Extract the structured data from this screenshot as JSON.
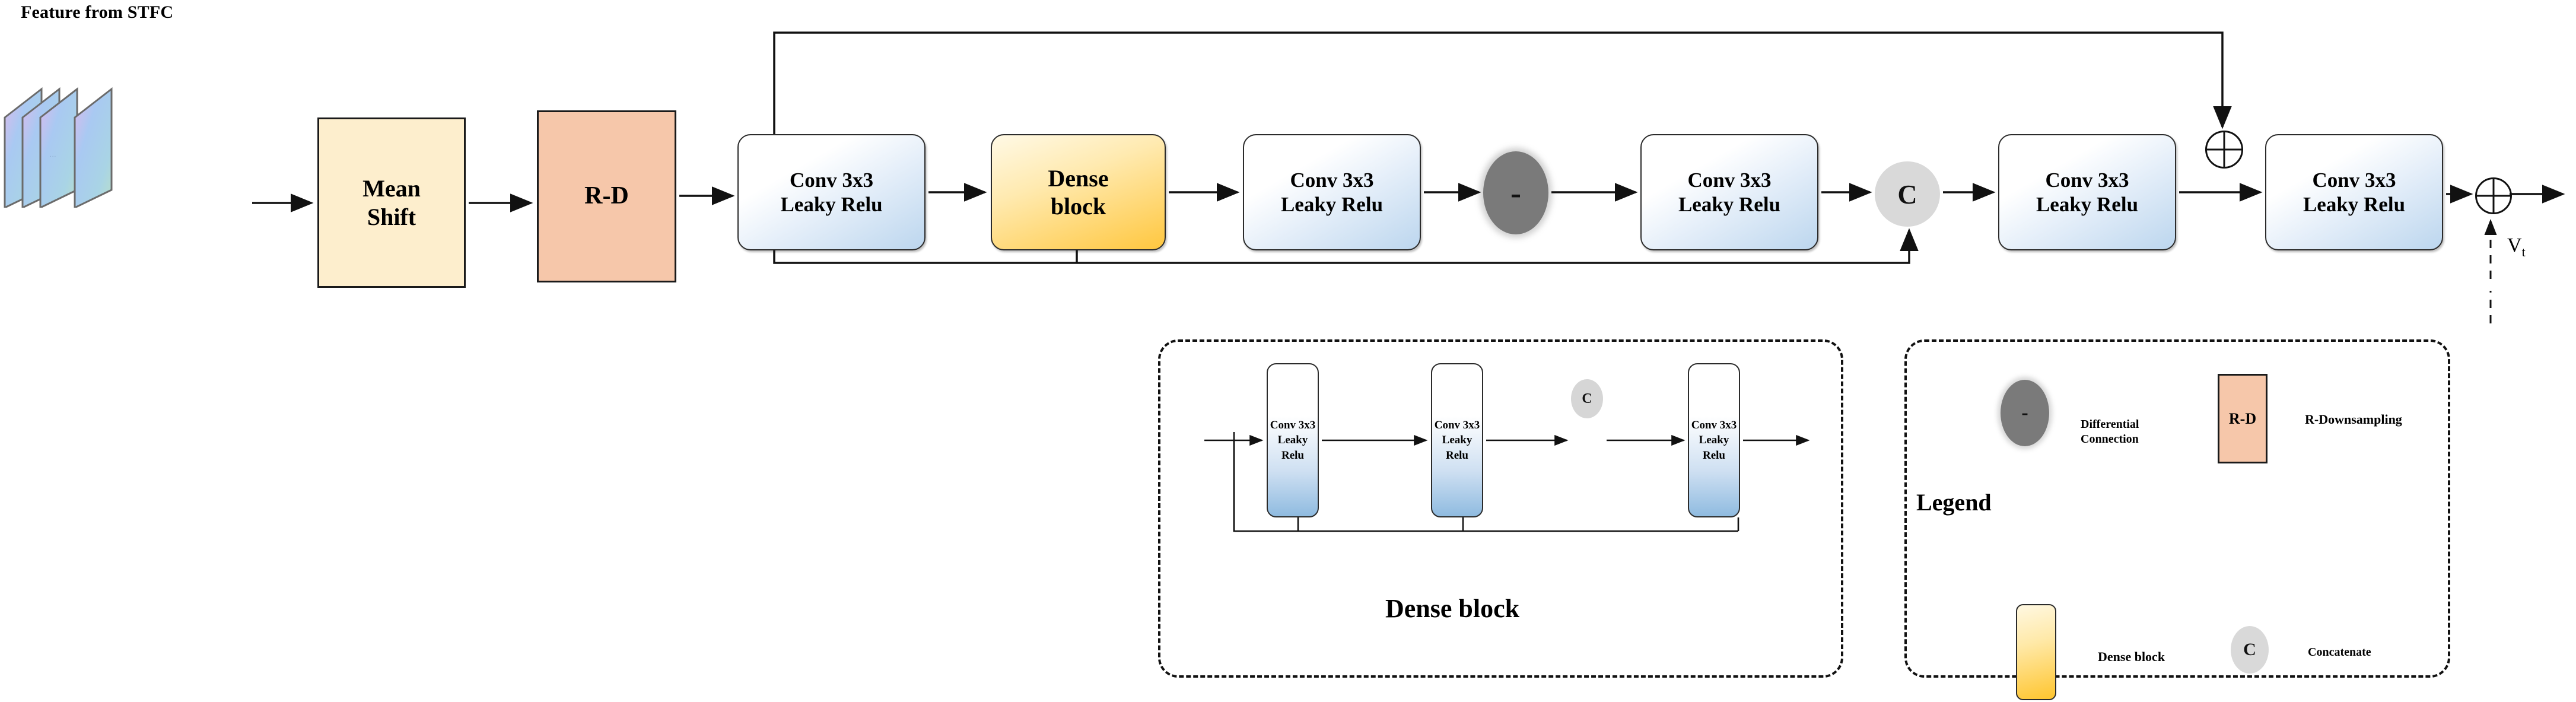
{
  "diagram": {
    "title": "Feature from STFC",
    "output_label": "V",
    "output_sub": "t"
  },
  "input_stack": {
    "name": "feature-maps",
    "plane_count": 4,
    "ellipsis": "..."
  },
  "pipeline": [
    {
      "id": "mean-shift",
      "label_1": "Mean",
      "label_2": "Shift",
      "kind": "flat-yellow"
    },
    {
      "id": "r-d",
      "label_1": "R-D",
      "label_2": "",
      "kind": "flat-orange"
    },
    {
      "id": "conv-1",
      "label_1": "Conv 3x3",
      "label_2": "Leaky Relu",
      "kind": "conv"
    },
    {
      "id": "dense-block",
      "label_1": "Dense",
      "label_2": "block",
      "kind": "dense"
    },
    {
      "id": "conv-2",
      "label_1": "Conv 3x3",
      "label_2": "Leaky Relu",
      "kind": "conv"
    },
    {
      "id": "subtract",
      "label_1": "-",
      "label_2": "",
      "kind": "minus"
    },
    {
      "id": "conv-3",
      "label_1": "Conv 3x3",
      "label_2": "Leaky Relu",
      "kind": "conv"
    },
    {
      "id": "concat",
      "label_1": "C",
      "label_2": "",
      "kind": "concat"
    },
    {
      "id": "conv-4",
      "label_1": "Conv 3x3",
      "label_2": "Leaky Relu",
      "kind": "conv"
    },
    {
      "id": "add-1",
      "label_1": "+",
      "label_2": "",
      "kind": "plus"
    },
    {
      "id": "conv-5",
      "label_1": "Conv 3x3",
      "label_2": "Leaky Relu",
      "kind": "conv"
    },
    {
      "id": "add-2",
      "label_1": "+",
      "label_2": "",
      "kind": "plus"
    }
  ],
  "dense_panel": {
    "caption": "Dense block",
    "nodes": [
      {
        "id": "dense-conv-1",
        "line_1": "Conv 3x3",
        "line_2": "Leaky",
        "line_3": "Relu"
      },
      {
        "id": "dense-conv-2",
        "line_1": "Conv 3x3",
        "line_2": "Leaky",
        "line_3": "Relu"
      },
      {
        "id": "dense-concat",
        "line_1": "C",
        "line_2": "",
        "line_3": ""
      },
      {
        "id": "dense-conv-3",
        "line_1": "Conv 3x3",
        "line_2": "Leaky",
        "line_3": "Relu"
      }
    ]
  },
  "legend": {
    "title": "Legend",
    "items": [
      {
        "id": "legend-minus",
        "glyph": "-",
        "label_1": "Differential",
        "label_2": "Connection"
      },
      {
        "id": "legend-rd",
        "glyph": "R-D",
        "label_1": "R-Downsampling",
        "label_2": ""
      },
      {
        "id": "legend-dense",
        "glyph": "",
        "label_1": "Dense block",
        "label_2": ""
      },
      {
        "id": "legend-concat",
        "glyph": "C",
        "label_1": "Concatenate",
        "label_2": ""
      }
    ]
  },
  "colors": {
    "mean_shift_fill": "#fdeecd",
    "rd_fill": "#f6c7aa",
    "conv_fill_bottom": "#bcd6ee",
    "dense_fill": "#ffc73f",
    "minus_fill": "#7a7a7a",
    "concat_fill": "#d9d9d9",
    "stroke": "#111111"
  }
}
